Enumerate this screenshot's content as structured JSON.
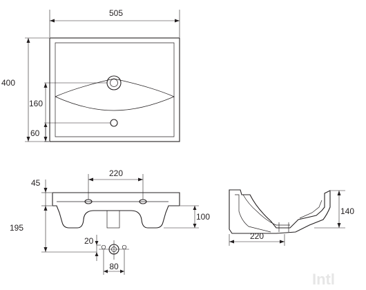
{
  "top_view": {
    "width_label": "505",
    "depth_label": "400",
    "tap_distance_label": "160",
    "overflow_distance_label": "60"
  },
  "front_view": {
    "hole_spacing_label": "220",
    "rim_height_label": "45",
    "total_height_label": "195",
    "bowl_depth_label": "100",
    "drain_offset_label": "20",
    "drain_width_label": "80"
  },
  "side_view": {
    "height_label": "140",
    "depth_label": "220"
  },
  "watermark": "Intl",
  "colors": {
    "line": "#231f20",
    "background": "#ffffff"
  }
}
